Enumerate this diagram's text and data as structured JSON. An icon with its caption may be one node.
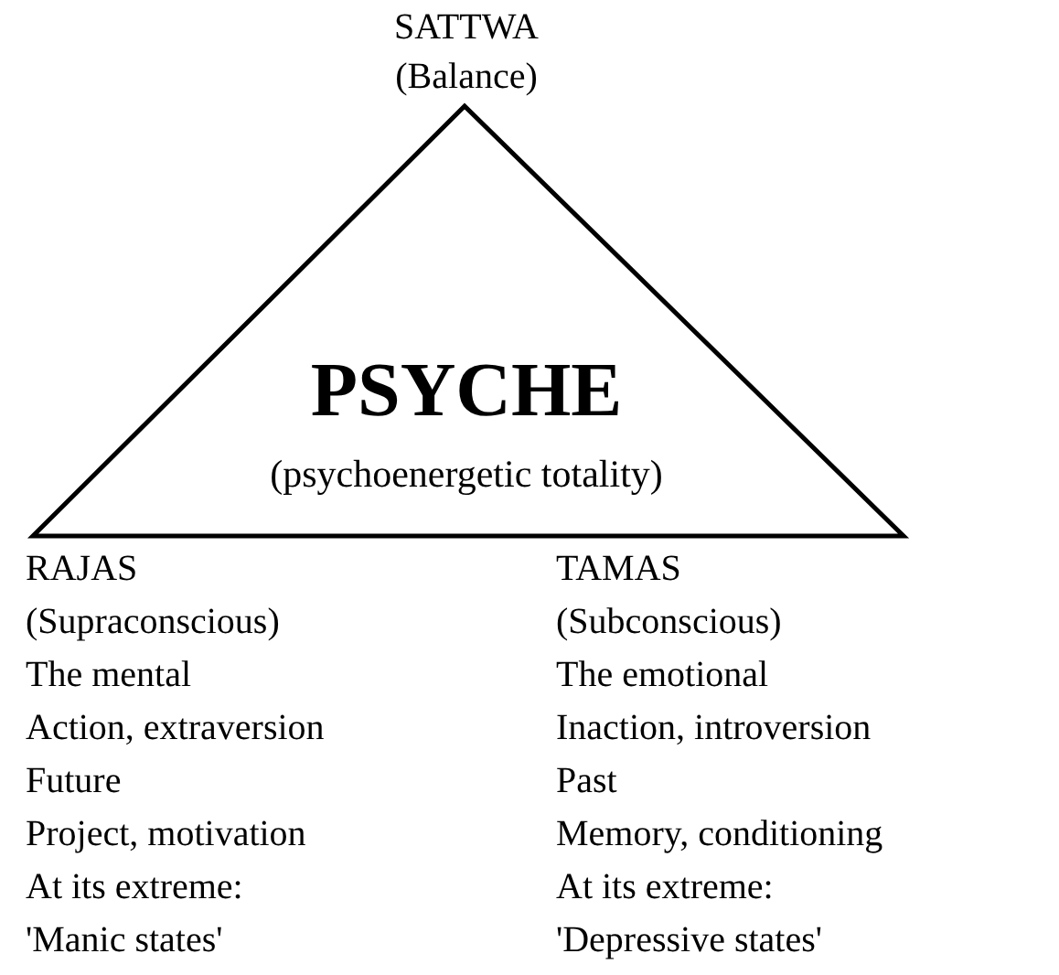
{
  "diagram": {
    "nodes": [
      {
        "text": [
          "PSYCHE",
          "(psychoenergetic totality)"
        ]
      }
    ],
    "labels": [
      "SATTWA",
      "(Balance)",
      "RAJAS",
      "(Supraconscious)",
      "The mental",
      "Action, extraversion",
      "Future",
      "Project, motivation",
      "At its extreme:",
      "'Manic states'",
      "TAMAS",
      "(Subconscious)",
      "The emotional",
      "Inaction, introversion",
      "Past",
      "Memory, conditioning",
      "At its extreme:",
      "'Depressive states'"
    ]
  }
}
